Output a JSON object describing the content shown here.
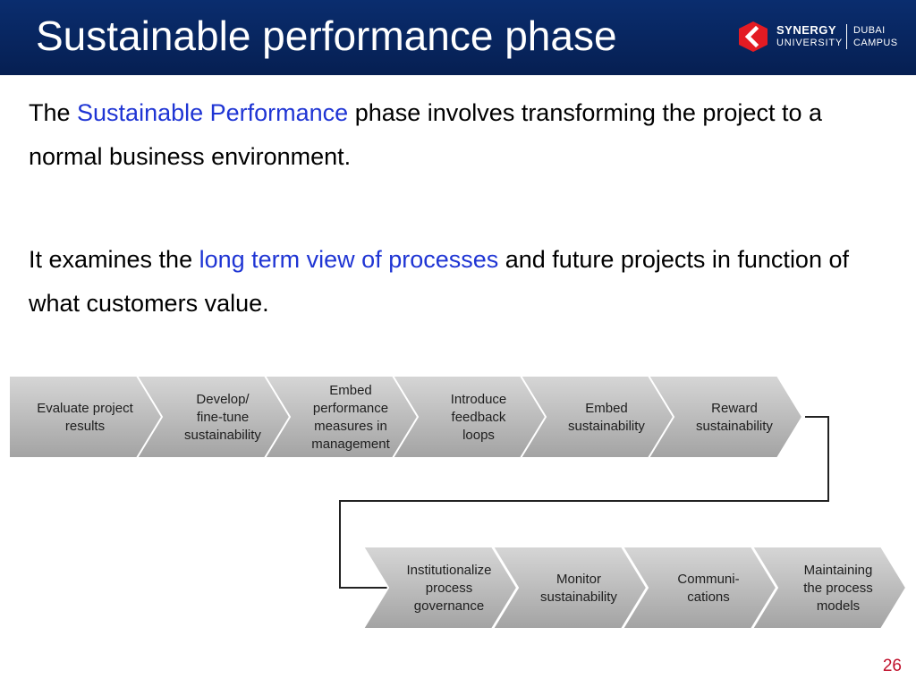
{
  "header": {
    "title": "Sustainable performance phase",
    "logo": {
      "brand_line1": "SYNERGY",
      "brand_line2": "UNIVERSITY",
      "campus_line1": "DUBAI",
      "campus_line2": "CAMPUS",
      "mark_color": "#e31b23"
    }
  },
  "body": {
    "p1": {
      "before": "The ",
      "highlight": "Sustainable Performance",
      "after": " phase involves transforming the project to a normal business environment."
    },
    "p2": {
      "before": "It examines the ",
      "highlight": "long term view of processes",
      "after": " and future projects in function of what customers value."
    },
    "highlight_color": "#1f35d4"
  },
  "diagram": {
    "row1": [
      {
        "lines": [
          "Evaluate project",
          "results"
        ]
      },
      {
        "lines": [
          "Develop/",
          "fine-tune",
          "sustainability"
        ]
      },
      {
        "lines": [
          "Embed",
          "performance",
          "measures in",
          "management"
        ]
      },
      {
        "lines": [
          "Introduce",
          "feedback",
          "loops"
        ]
      },
      {
        "lines": [
          "Embed",
          "sustainability"
        ]
      },
      {
        "lines": [
          "Reward",
          "sustainability"
        ]
      }
    ],
    "row2": [
      {
        "lines": [
          "Institutionalize",
          "process",
          "governance"
        ]
      },
      {
        "lines": [
          "Monitor",
          "sustainability"
        ]
      },
      {
        "lines": [
          "Communi-",
          "cations"
        ]
      },
      {
        "lines": [
          "Maintaining",
          "the process",
          "models"
        ]
      }
    ]
  },
  "footer": {
    "page_number": "26"
  }
}
